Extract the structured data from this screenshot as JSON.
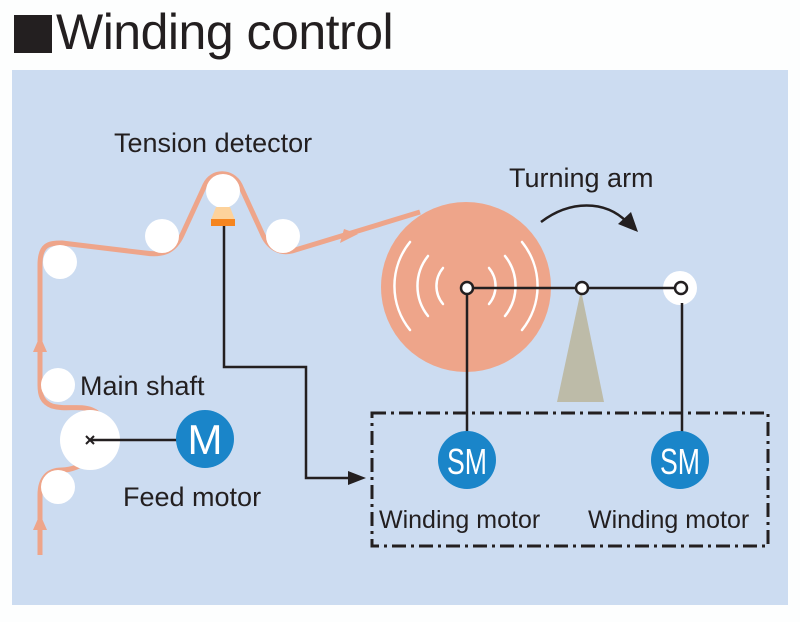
{
  "header": {
    "title": "Winding control",
    "bullet_icon": "black-square"
  },
  "colors": {
    "background": "#ccdcf1",
    "material_web": "#eea58a",
    "roll": "#eea58a",
    "motor": "#1a85c9",
    "sensor_body": "#fdd29b",
    "sensor_base": "#f5851f",
    "pivot_stand": "#bdbba8",
    "line": "#231f20",
    "roller": "#ffffff"
  },
  "labels": {
    "tension_detector": "Tension detector",
    "turning_arm": "Turning arm",
    "main_shaft": "Main shaft",
    "feed_motor": "Feed motor",
    "winding_motor_left": "Winding motor",
    "winding_motor_right": "Winding motor"
  },
  "motors": {
    "feed": {
      "symbol": "M"
    },
    "winding_left": {
      "symbol": "SM"
    },
    "winding_right": {
      "symbol": "SM"
    }
  }
}
